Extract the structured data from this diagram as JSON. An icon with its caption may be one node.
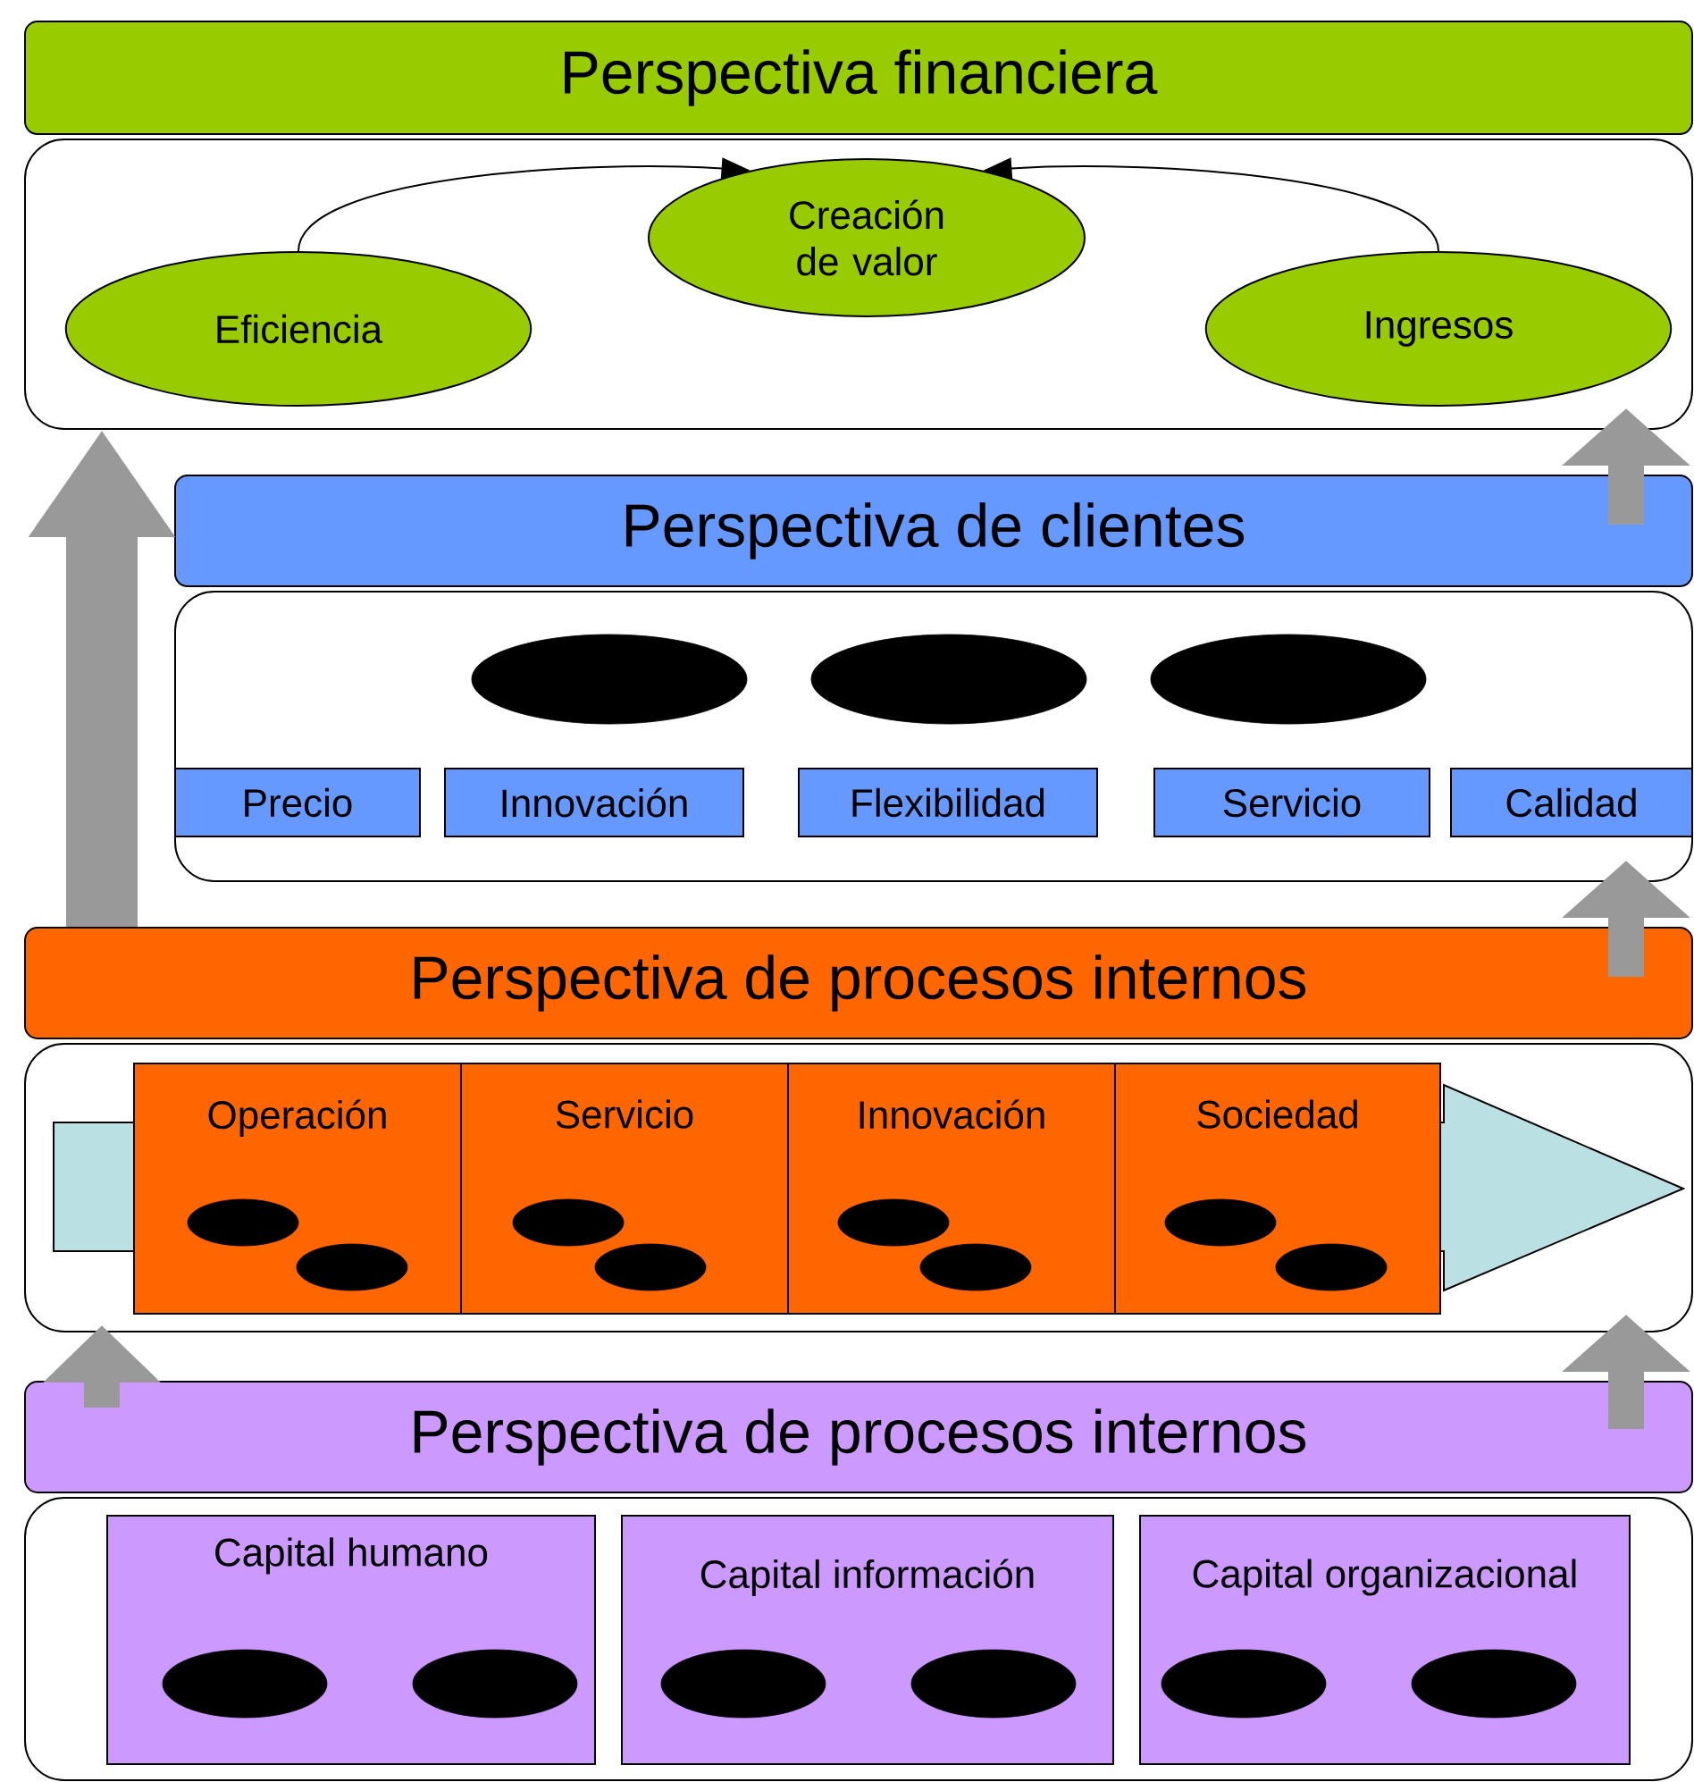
{
  "diagram": {
    "nodes": [
      {
        "text": [
          "Perspectiva financiera"
        ]
      },
      {
        "text": [],
        "shape": "box"
      },
      {
        "text": [
          "Eficiencia"
        ],
        "in": 1
      },
      {
        "text": [
          "Creación de valor"
        ],
        "in": 1
      },
      {
        "text": [
          "Ingresos"
        ],
        "in": 1
      },
      {
        "text": [
          "Perspectiva  de clientes"
        ]
      },
      {
        "text": [],
        "shape": "box"
      },
      {
        "text": [],
        "shape": "ellipse",
        "in": 6
      },
      {
        "text": [],
        "shape": "ellipse",
        "in": 6
      },
      {
        "text": [],
        "shape": "ellipse",
        "in": 6
      },
      {
        "text": [
          "Precio"
        ],
        "in": 6
      },
      {
        "text": [
          "Innovación"
        ],
        "in": 6
      },
      {
        "text": [
          "Flexibilidad"
        ],
        "in": 6
      },
      {
        "text": [
          "Servicio"
        ],
        "in": 6
      },
      {
        "text": [
          "Calidad"
        ],
        "in": 6
      },
      {
        "text": [
          "Perspectiva de procesos internos"
        ]
      },
      {
        "text": [],
        "shape": "box"
      },
      {
        "text": [],
        "shape": "arrow",
        "in": 16
      },
      {
        "text": [
          "Operación"
        ],
        "in": 16
      },
      {
        "text": [],
        "shape": "ellipse",
        "in": 18
      },
      {
        "text": [],
        "shape": "ellipse",
        "in": 18
      },
      {
        "text": [
          "Servicio"
        ],
        "in": 16
      },
      {
        "text": [],
        "shape": "ellipse",
        "in": 21
      },
      {
        "text": [],
        "shape": "ellipse",
        "in": 21
      },
      {
        "text": [
          "Innovación"
        ],
        "in": 16
      },
      {
        "text": [],
        "shape": "ellipse",
        "in": 24
      },
      {
        "text": [],
        "shape": "ellipse",
        "in": 24
      },
      {
        "text": [
          "Sociedad"
        ],
        "in": 16
      },
      {
        "text": [],
        "shape": "ellipse",
        "in": 27
      },
      {
        "text": [],
        "shape": "ellipse",
        "in": 27
      },
      {
        "text": [
          "Perspectiva de procesos internos"
        ]
      },
      {
        "text": [],
        "shape": "box"
      },
      {
        "text": [
          "Capital humano"
        ],
        "in": 31
      },
      {
        "text": [],
        "shape": "ellipse",
        "in": 32
      },
      {
        "text": [],
        "shape": "ellipse",
        "in": 32
      },
      {
        "text": [
          "Capital información"
        ],
        "in": 31
      },
      {
        "text": [],
        "shape": "ellipse",
        "in": 35
      },
      {
        "text": [],
        "shape": "ellipse",
        "in": 35
      },
      {
        "text": [
          "Capital organizacional"
        ],
        "in": 31
      },
      {
        "text": [],
        "shape": "ellipse",
        "in": 38
      },
      {
        "text": [],
        "shape": "ellipse",
        "in": 38
      }
    ],
    "edges": [
      {
        "from": 2,
        "to": 3,
        "arrow": "to",
        "color": "#000000"
      },
      {
        "from": 4,
        "to": 3,
        "arrow": "to",
        "color": "#000000"
      },
      {
        "from": 15,
        "to": 1,
        "arrow": "to",
        "style": "thick",
        "color": "#999999"
      },
      {
        "from": 5,
        "to": 1,
        "arrow": "to",
        "color": "#999999"
      },
      {
        "from": 15,
        "to": 6,
        "arrow": "to",
        "color": "#999999"
      },
      {
        "from": 30,
        "to": 16,
        "arrow": "to",
        "color": "#999999"
      },
      {
        "from": 30,
        "to": 16,
        "arrow": "to",
        "color": "#999999"
      }
    ]
  }
}
